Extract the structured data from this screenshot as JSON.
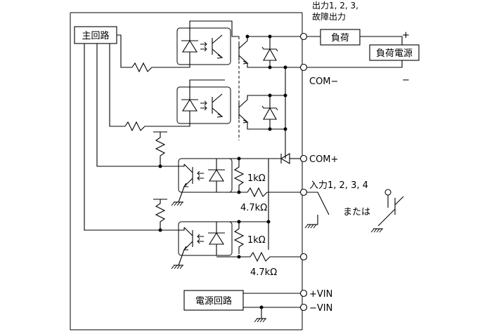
{
  "labels": {
    "main_circuit": "主回路",
    "output_header_line1": "出力1, 2, 3,",
    "output_header_line2": "故障出力",
    "load": "負荷",
    "load_power": "負荷電源",
    "plus": "+",
    "minus": "−",
    "com_minus": "COM−",
    "com_plus": "COM+",
    "input_header": "入力1, 2, 3, 4",
    "or_text": "または",
    "r_1k_a": "1kΩ",
    "r_47k_a": "4.7kΩ",
    "r_1k_b": "1kΩ",
    "r_47k_b": "4.7kΩ",
    "power_circuit": "電源回路",
    "vin_plus": "+VIN",
    "vin_minus": "−VIN"
  }
}
